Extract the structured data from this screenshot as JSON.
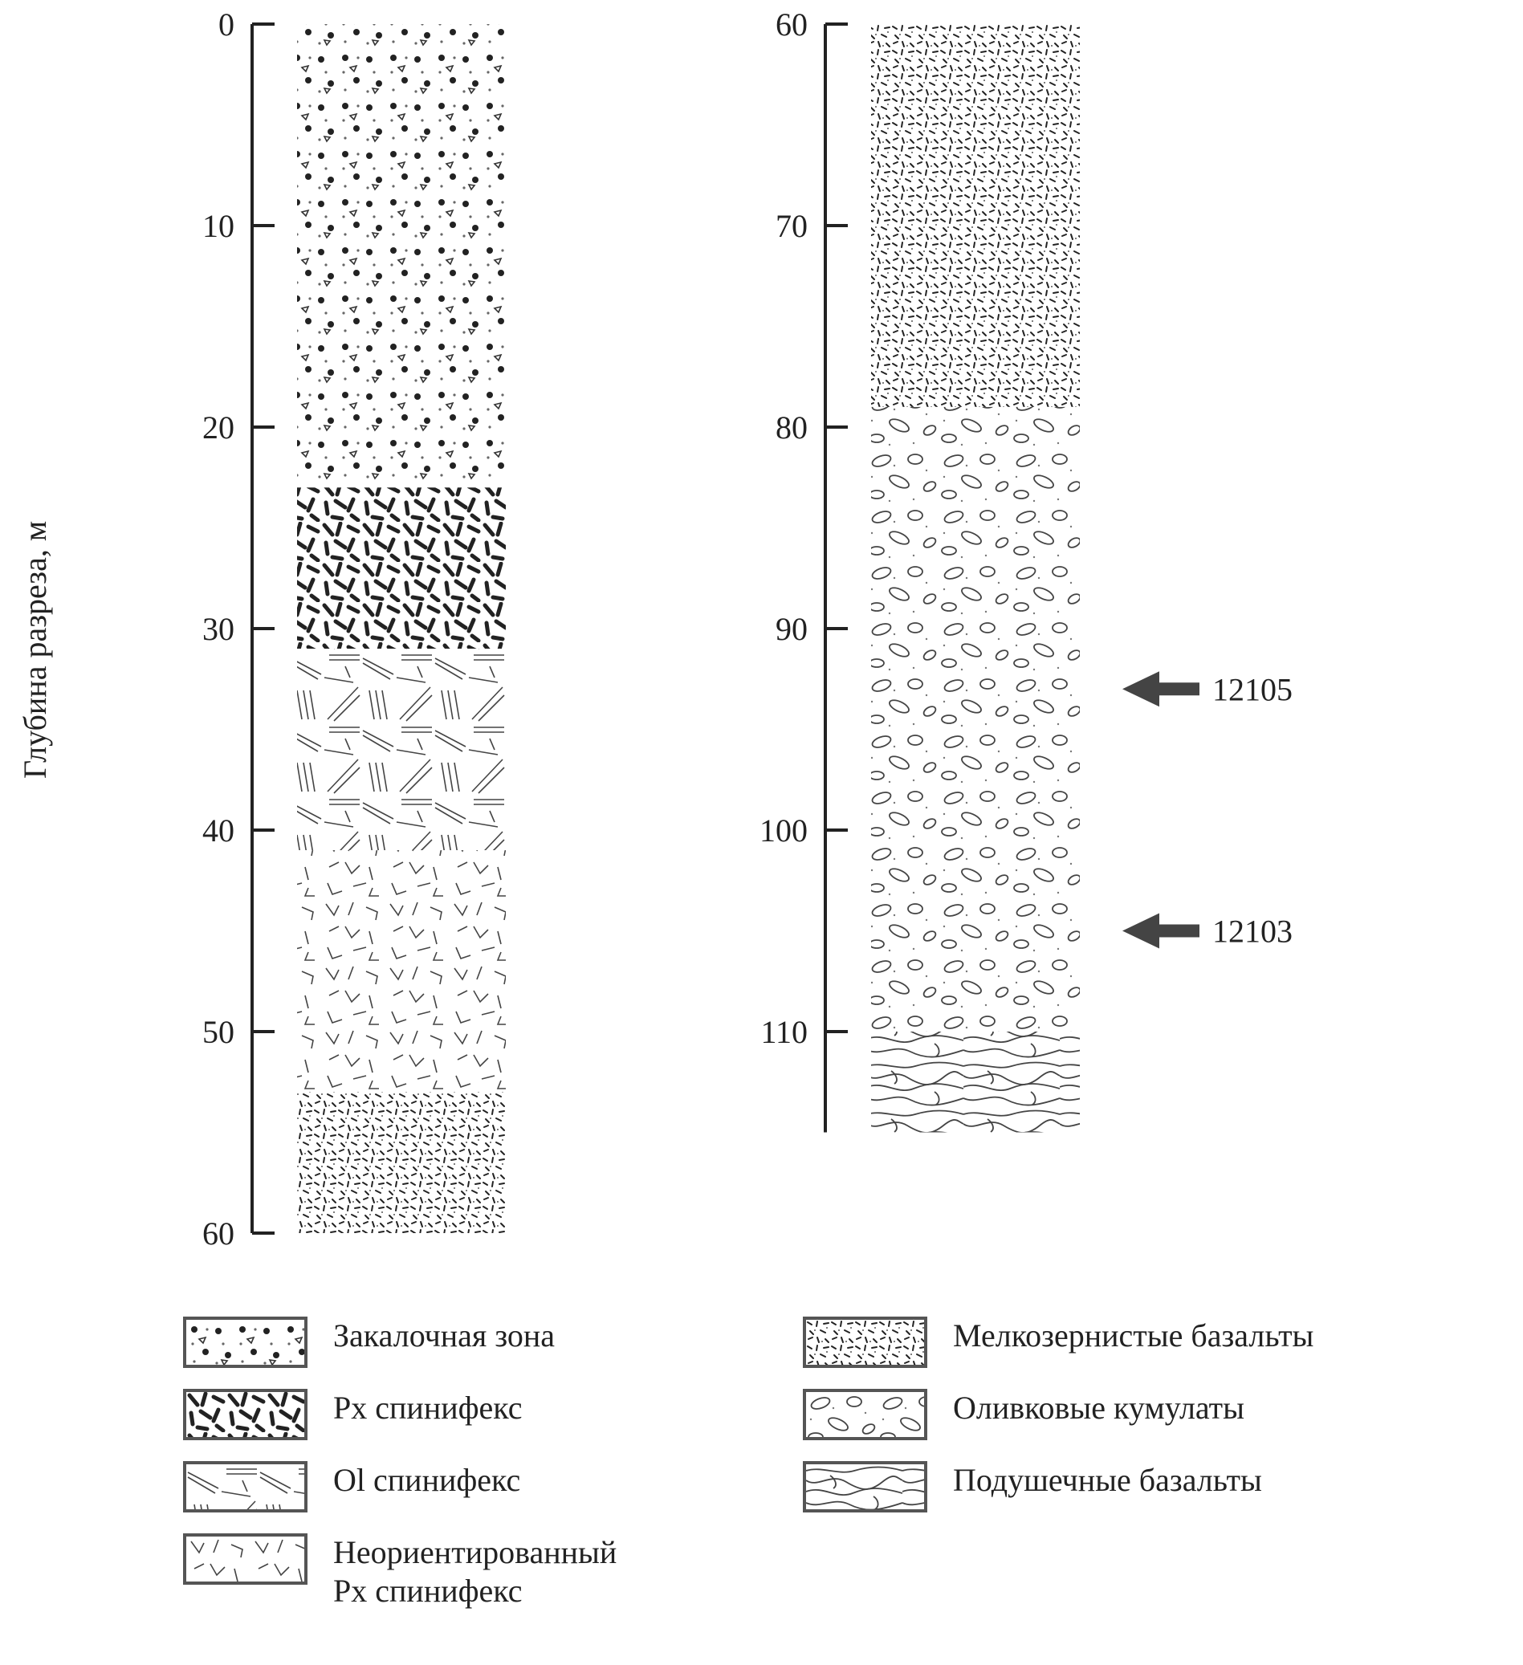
{
  "figure": {
    "axis_title": "Глубина разреза, м",
    "left_column": {
      "ticks": [
        "0",
        "10",
        "20",
        "30",
        "40",
        "50",
        "60"
      ],
      "range": [
        0,
        60
      ],
      "layers": [
        {
          "from": 0,
          "to": 23,
          "pattern": "chill-zone"
        },
        {
          "from": 23,
          "to": 31,
          "pattern": "px-spinifex"
        },
        {
          "from": 31,
          "to": 41,
          "pattern": "ol-spinifex"
        },
        {
          "from": 41,
          "to": 53,
          "pattern": "random-px-spinifex"
        },
        {
          "from": 53,
          "to": 60,
          "pattern": "fine-basalt"
        }
      ]
    },
    "right_column": {
      "ticks": [
        "60",
        "70",
        "80",
        "90",
        "100",
        "110"
      ],
      "range": [
        60,
        115
      ],
      "layers": [
        {
          "from": 60,
          "to": 79,
          "pattern": "fine-basalt"
        },
        {
          "from": 79,
          "to": 110,
          "pattern": "olivine-cumulate"
        },
        {
          "from": 110,
          "to": 115,
          "pattern": "pillow-basalt"
        }
      ]
    },
    "markers": [
      {
        "depth": 93,
        "label": "12105",
        "icon": "arrow-left-icon"
      },
      {
        "depth": 105,
        "label": "12103",
        "icon": "arrow-left-icon"
      }
    ]
  },
  "legend": {
    "left": [
      {
        "pattern": "chill-zone",
        "label": "Закалочная зона"
      },
      {
        "pattern": "px-spinifex",
        "label": "Px спинифекс"
      },
      {
        "pattern": "ol-spinifex",
        "label": "Ol спинифекс"
      },
      {
        "pattern": "random-px-spinifex",
        "label": "Неориентированный\nPx спинифекс"
      }
    ],
    "right": [
      {
        "pattern": "fine-basalt",
        "label": "Мелкозернистые базальты"
      },
      {
        "pattern": "olivine-cumulate",
        "label": "Оливковые кумулаты"
      },
      {
        "pattern": "pillow-basalt",
        "label": "Подушечные базальты"
      }
    ]
  },
  "colors": {
    "ink": "#222222",
    "frame": "#555555",
    "arrow": "#444444"
  }
}
